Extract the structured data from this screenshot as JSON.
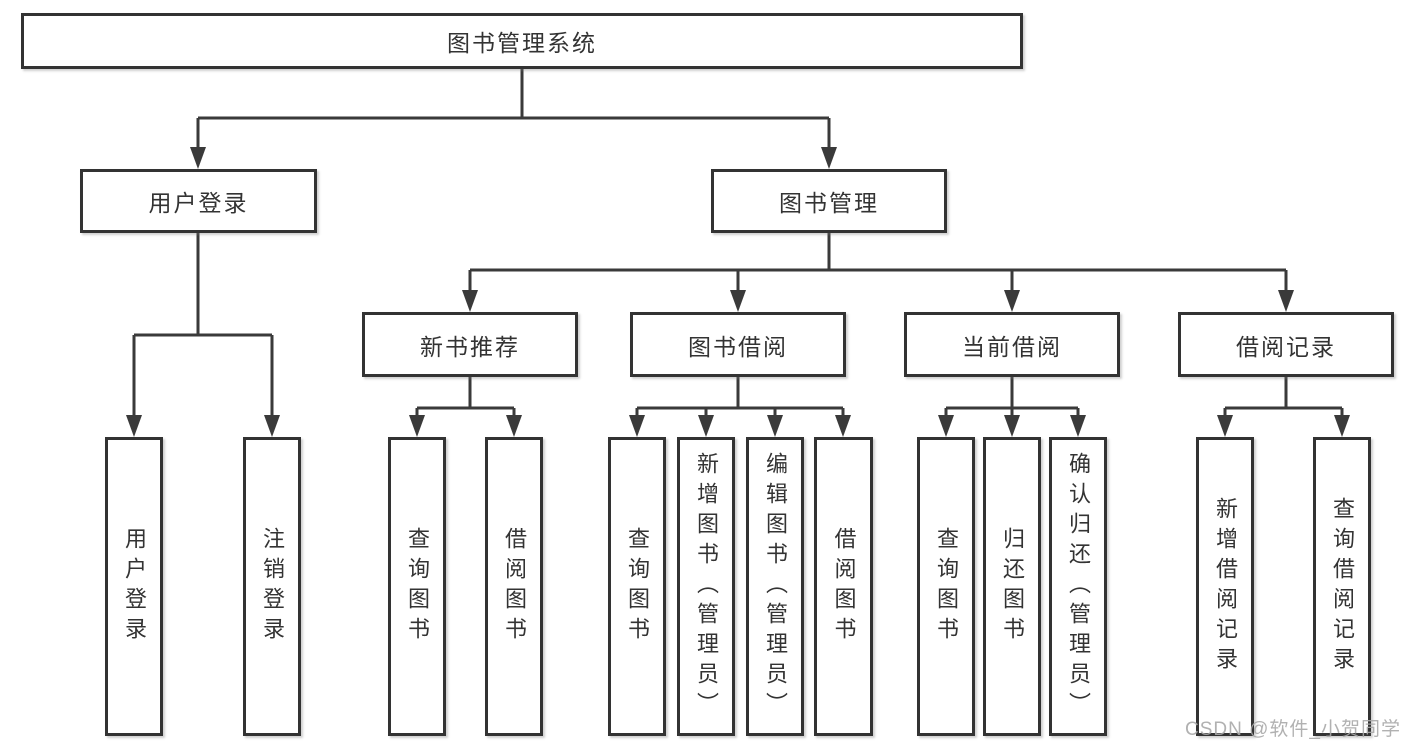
{
  "diagram": {
    "root": {
      "label": "图书管理系统"
    },
    "branches": [
      {
        "label": "用户登录",
        "children": [
          {
            "label": "用户登录"
          },
          {
            "label": "注销登录"
          }
        ]
      },
      {
        "label": "图书管理",
        "sections": [
          {
            "label": "新书推荐",
            "children": [
              {
                "label": "查询图书"
              },
              {
                "label": "借阅图书"
              }
            ]
          },
          {
            "label": "图书借阅",
            "children": [
              {
                "label": "查询图书"
              },
              {
                "label": "新增图书（管理员）"
              },
              {
                "label": "编辑图书（管理员）"
              },
              {
                "label": "借阅图书"
              }
            ]
          },
          {
            "label": "当前借阅",
            "children": [
              {
                "label": "查询图书"
              },
              {
                "label": "归还图书"
              },
              {
                "label": "确认归还（管理员）"
              }
            ]
          },
          {
            "label": "借阅记录",
            "children": [
              {
                "label": "新增借阅记录"
              },
              {
                "label": "查询借阅记录"
              }
            ]
          }
        ]
      }
    ]
  },
  "watermark": "CSDN @软件_小贺同学",
  "colors": {
    "line": "#3a3a3a",
    "border": "#333333",
    "text": "#333333",
    "watermark": "#a9a9a9",
    "background": "#ffffff"
  }
}
